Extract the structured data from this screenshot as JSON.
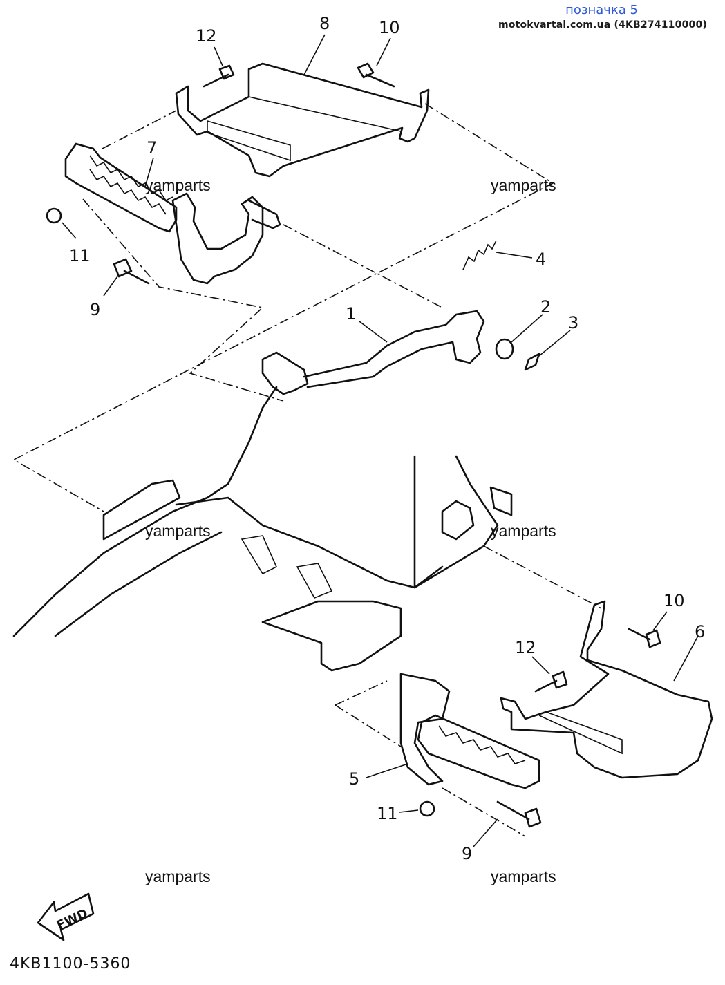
{
  "header": {
    "title": "позначка 5",
    "subtitle": "motokvartal.com.ua (4KB274110000)"
  },
  "watermarks": [
    "yamparts",
    "yamparts",
    "yamparts",
    "yamparts",
    "yamparts",
    "yamparts"
  ],
  "callouts": {
    "c12a": "12",
    "c8": "8",
    "c10a": "10",
    "c7": "7",
    "c11a": "11",
    "c9a": "9",
    "c4": "4",
    "c2": "2",
    "c3": "3",
    "c1": "1",
    "c10b": "10",
    "c6": "6",
    "c12b": "12",
    "c5": "5",
    "c11b": "11",
    "c9b": "9"
  },
  "fwd_label": "FWD",
  "drawing_code": "4KB1100-5360"
}
